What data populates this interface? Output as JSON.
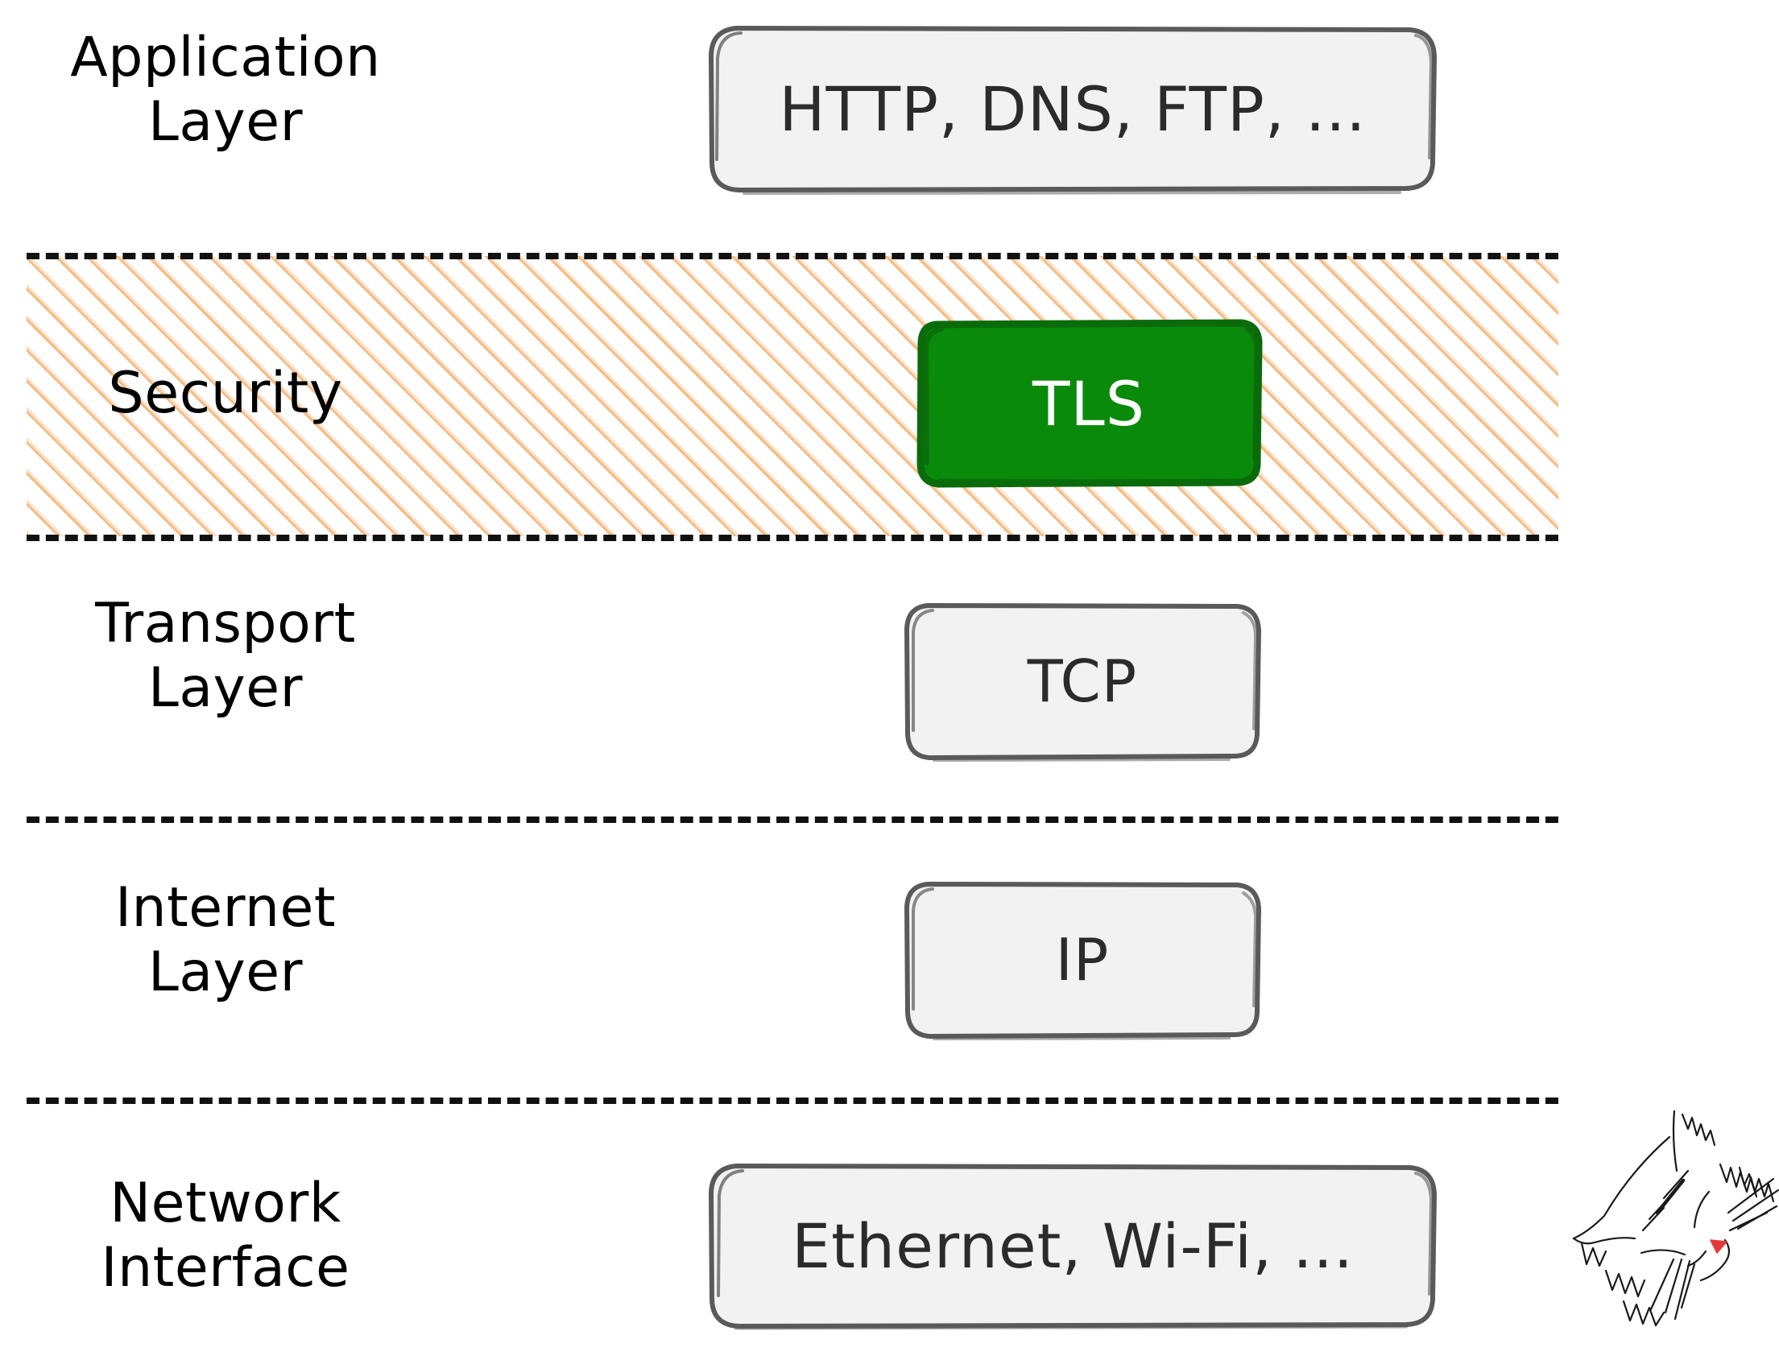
{
  "diagram": {
    "title": "TCP/IP layer stack with TLS security layer",
    "background_color": "#ffffff",
    "separator_color": "#111111",
    "hatch_color": "#f4b980",
    "box_fill": "#f2f2f2",
    "box_stroke": "#5a5a5a",
    "box_text_color": "#2b2b2b",
    "highlight_fill": "#0a8a0a",
    "highlight_stroke": "#0a6b0a",
    "highlight_text_color": "#ffffff",
    "cat_nose_color": "#e23a3a"
  },
  "layers": [
    {
      "id": "application",
      "label": "Application\nLayer",
      "box_label": "HTTP, DNS, FTP, ...",
      "highlighted": false
    },
    {
      "id": "security",
      "label": "Security",
      "box_label": "TLS",
      "highlighted": true
    },
    {
      "id": "transport",
      "label": "Transport\nLayer",
      "box_label": "TCP",
      "highlighted": false
    },
    {
      "id": "internet",
      "label": "Internet\nLayer",
      "box_label": "IP",
      "highlighted": false
    },
    {
      "id": "network-interface",
      "label": "Network\nInterface",
      "box_label": "Ethernet, Wi-Fi, ...",
      "highlighted": false
    }
  ],
  "decoration": {
    "cat_icon_name": "cat-head-sketch-icon"
  }
}
